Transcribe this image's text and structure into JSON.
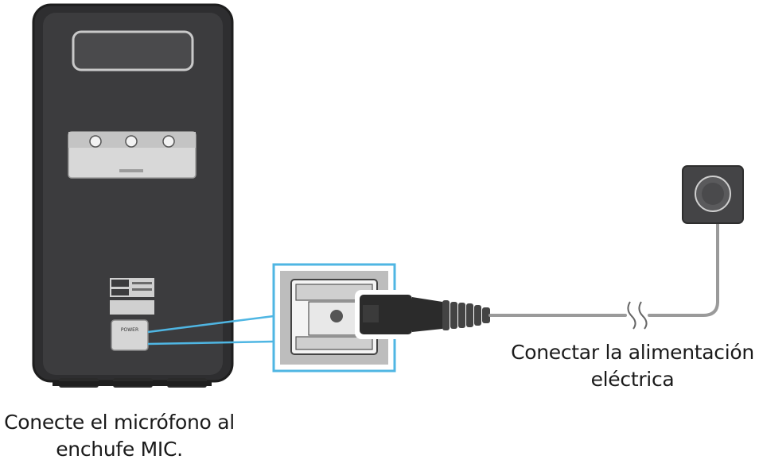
{
  "captions": {
    "left_line1": "Conecte el micrófono al",
    "left_line2": "enchufe MIC.",
    "right_line1": "Conectar la alimentación",
    "right_line2": "eléctrica"
  },
  "device_labels": {
    "power_port": "POWER"
  },
  "colors": {
    "device_body": "#3a3a3c",
    "device_outline": "#222222",
    "highlight": "#4fb6e3",
    "cable": "#9a9a9a",
    "plug": "#2a2a2a",
    "outlet": "#444444"
  }
}
